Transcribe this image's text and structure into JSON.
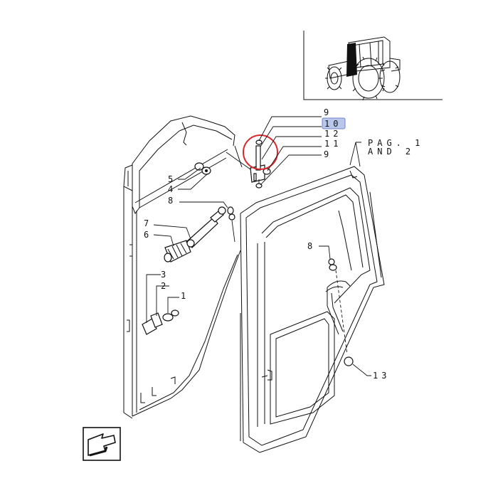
{
  "callouts": {
    "c9_top": "9",
    "c10": "10",
    "c12": "12",
    "c11": "11",
    "c9_low": "9",
    "c5": "5",
    "c4": "4",
    "c8_left": "8",
    "c7": "7",
    "c6": "6",
    "c3": "3",
    "c2": "2",
    "c1": "1",
    "c8_right": "8",
    "c13": "13"
  },
  "page_ref": {
    "line1": "PAG. 1",
    "line2": "AND 2"
  },
  "colors": {
    "highlight_fill": "#b9c7ea",
    "highlight_stroke": "#6f86c9",
    "circle_marker": "#d9262b",
    "ink": "#111111"
  },
  "icons": {
    "thumbnail": "tractor-thumbnail",
    "nav": "arrow-back-icon"
  }
}
